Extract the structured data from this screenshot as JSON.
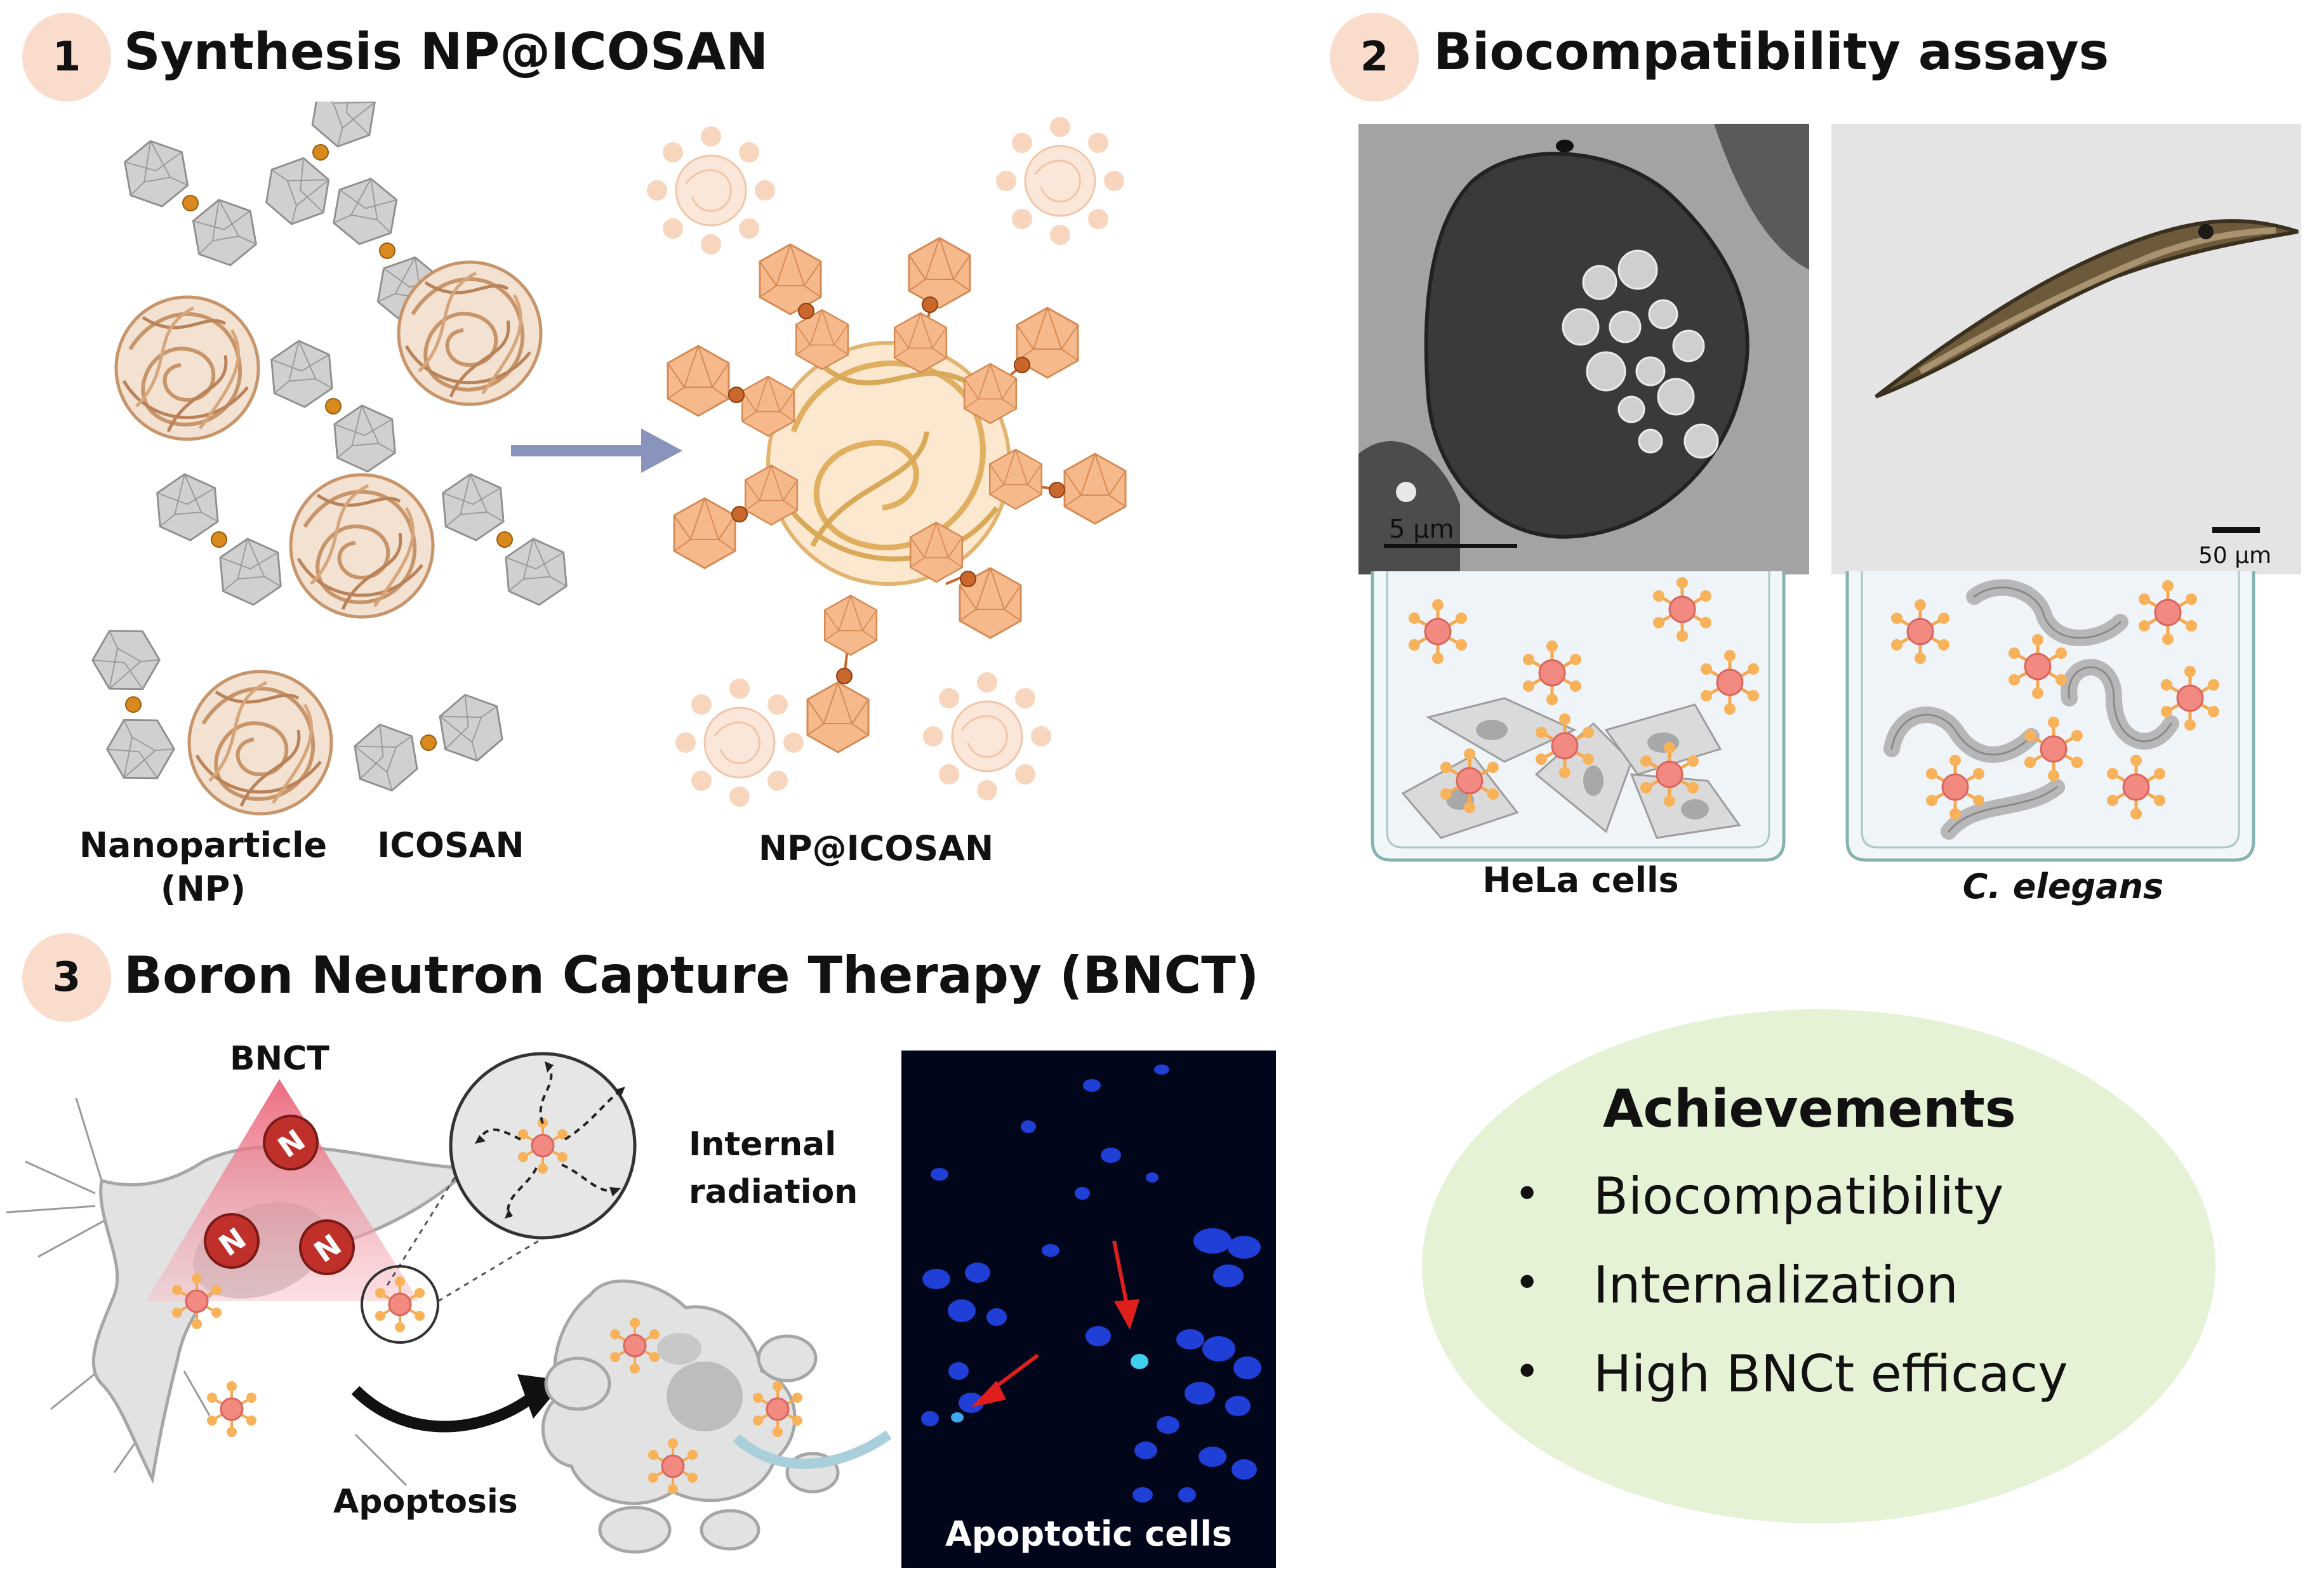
{
  "section1": {
    "number": "1",
    "title": "Synthesis NP@ICOSAN",
    "label_nanoparticle_line1": "Nanoparticle",
    "label_nanoparticle_line2": "(NP)",
    "label_icosan": "ICOSAN",
    "label_product": "NP@ICOSAN"
  },
  "section2": {
    "number": "2",
    "title": "Biocompatibility assays",
    "scale_hela": "5 µm",
    "scale_worm": "50 µm",
    "label_hela": "HeLa cells",
    "label_celegans": "C. elegans"
  },
  "section3": {
    "number": "3",
    "title": "Boron Neutron Capture Therapy (BNCT)",
    "bnct_label": "BNCT",
    "neutron_symbol": "N",
    "internal_line1": "Internal",
    "internal_line2": "radiation",
    "apoptosis_label": "Apoptosis",
    "apoptotic_cells_label": "Apoptotic cells"
  },
  "achievements": {
    "title": "Achievements",
    "bullet_char": "•",
    "items": [
      "Biocompatibility",
      "Internalization",
      "High BNCt efficacy"
    ]
  },
  "colors": {
    "badge": "#f9dccb",
    "icosahedron": "#d0d0d0",
    "icosahedron_orange": "#f5b98c",
    "linker": "#d98a1e",
    "nanoparticle": "#c8946a",
    "arrow_blue": "#8894bb",
    "achievements_bg": "#e6f2d6",
    "fluorescence_bg": "#02061a",
    "nucleus_blue": "#1f3fd6",
    "neutron_red": "#c0302b"
  }
}
